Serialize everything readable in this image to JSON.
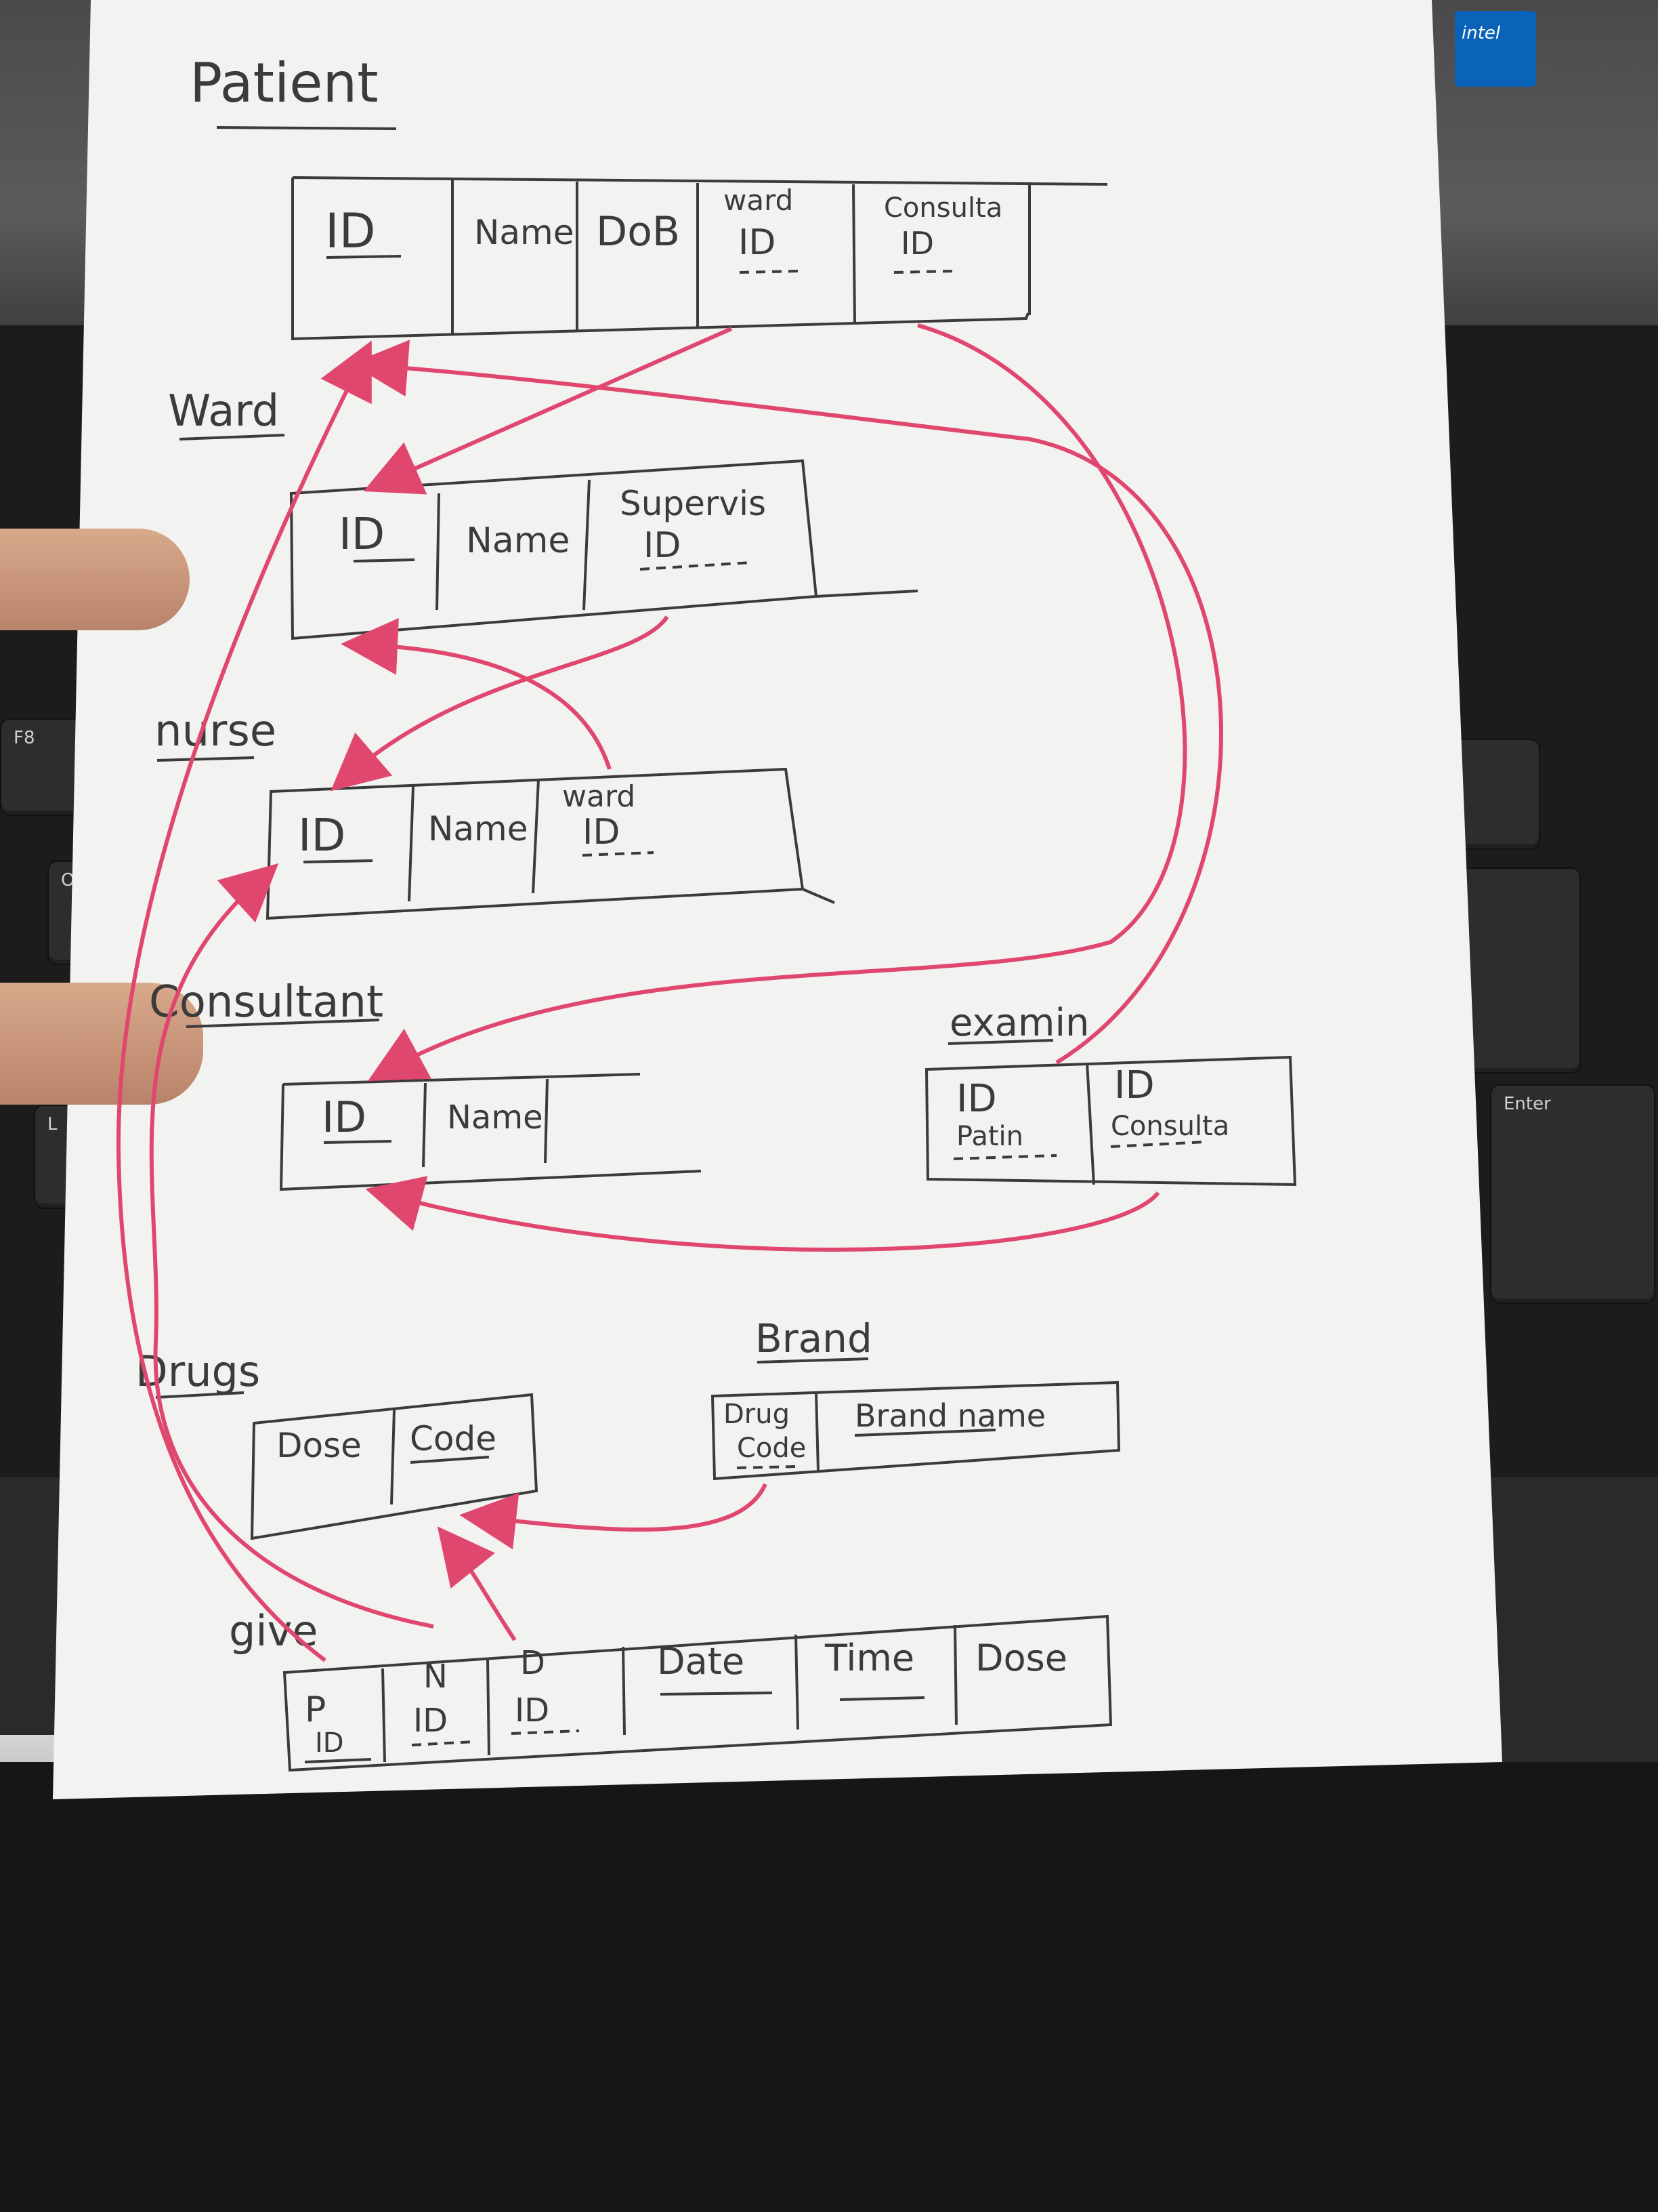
{
  "tables": {
    "patient": {
      "title": "Patient",
      "cols": [
        "ID",
        "Name",
        "DoB",
        "ward",
        "ID",
        "Consulta",
        "ID"
      ]
    },
    "ward": {
      "title": "Ward",
      "cols": [
        "ID",
        "Name",
        "Supervis",
        "ID"
      ]
    },
    "nurse": {
      "title": "nurse",
      "cols": [
        "ID",
        "Name",
        "ward",
        "ID"
      ]
    },
    "consultant": {
      "title": "Consultant",
      "cols": [
        "ID",
        "Name"
      ]
    },
    "examin": {
      "title": "examin",
      "cols": [
        "ID",
        "Patin",
        "ID",
        "Consulta"
      ]
    },
    "drugs": {
      "title": "Drugs",
      "cols": [
        "Dose",
        "Code"
      ]
    },
    "brand": {
      "title": "Brand",
      "cols": [
        "Drug",
        "Code",
        "Brand name"
      ]
    },
    "give": {
      "title": "give",
      "cols": [
        "P",
        "ID",
        "N",
        "ID",
        "D",
        "ID",
        "Date",
        "Time",
        "Dose"
      ]
    }
  },
  "background": {
    "intel_label": "intel",
    "keys": [
      "F8",
      "-",
      "+",
      "Enter",
      "O",
      "L"
    ]
  },
  "colors": {
    "ink": "#3b3b3b",
    "arrow": "#e0476f",
    "paper": "#f2f2f0"
  }
}
